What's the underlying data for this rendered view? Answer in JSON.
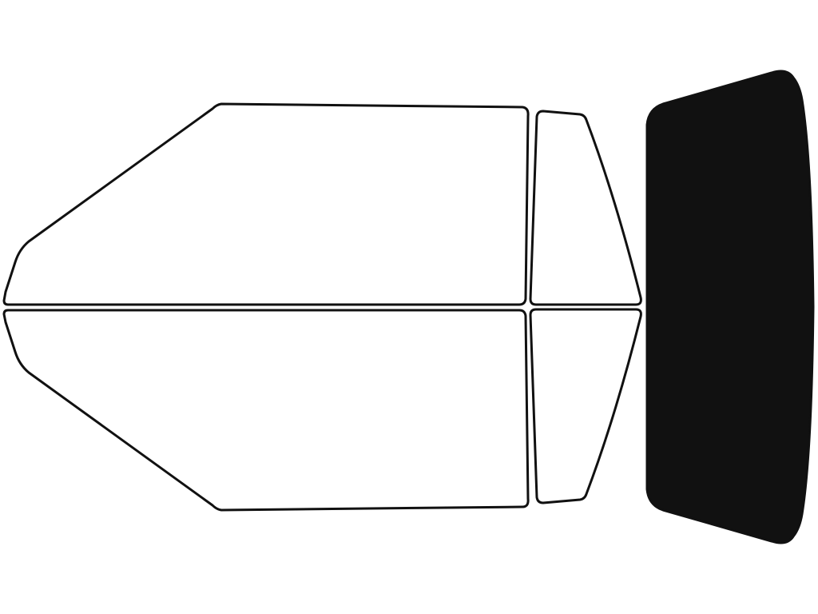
{
  "colors": {
    "background": "#ffffff",
    "outline": "#111111",
    "clear_fill": "#ffffff",
    "tinted_fill": "#111111"
  },
  "panes": [
    {
      "id": "driver-front-window",
      "tinted": false
    },
    {
      "id": "passenger-front-window",
      "tinted": false
    },
    {
      "id": "driver-rear-window",
      "tinted": false
    },
    {
      "id": "passenger-rear-window",
      "tinted": false
    },
    {
      "id": "rear-windshield",
      "tinted": true
    }
  ]
}
